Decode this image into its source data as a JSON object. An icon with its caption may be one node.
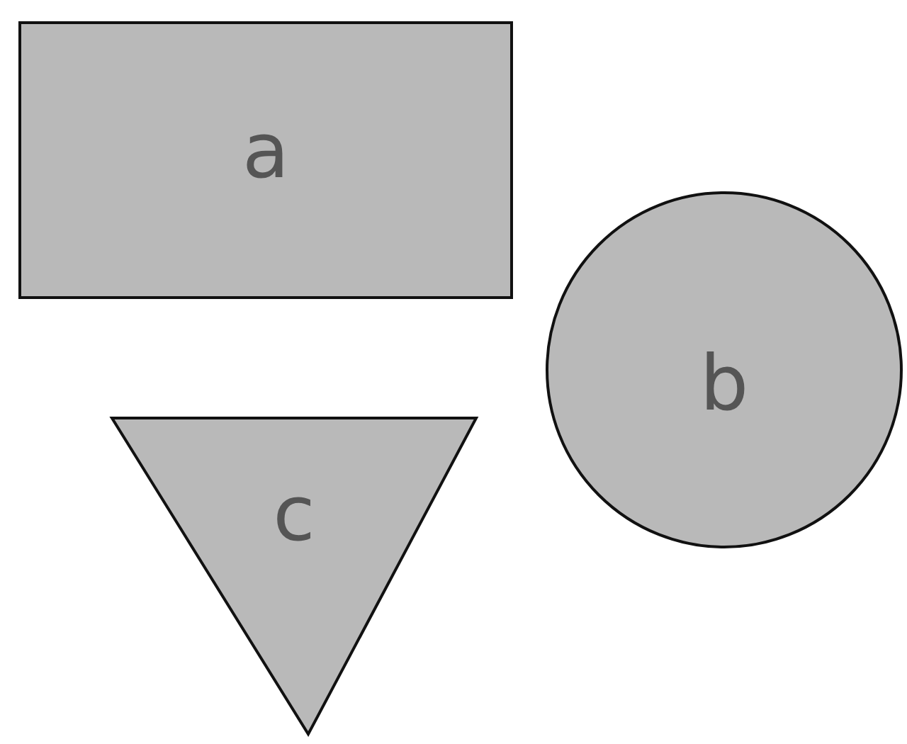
{
  "diagram": {
    "nodes": [
      {
        "text": [
          "a"
        ]
      },
      {
        "text": [
          "b"
        ]
      },
      {
        "text": [
          "c"
        ]
      }
    ]
  }
}
